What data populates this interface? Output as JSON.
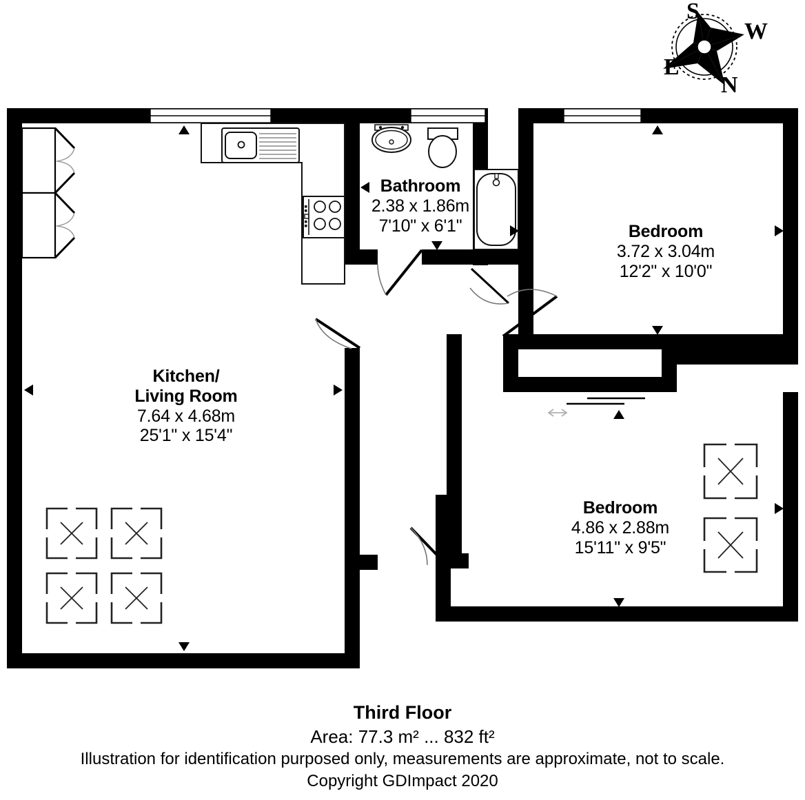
{
  "document": {
    "type": "floor-plan",
    "floor_title": "Third Floor",
    "area_line": "Area: 77.3 m² ... 832 ft²",
    "disclaimer": "Illustration for identification purposed only, measurements are approximate, not to scale.",
    "copyright": "Copyright GDImpact 2020"
  },
  "compass": {
    "name": "compass-rose",
    "north": "N",
    "south": "S",
    "east": "E",
    "west": "W"
  },
  "rooms": [
    {
      "id": "bathroom",
      "name": "Bathroom",
      "dim_metric": "2.38 x 1.86m",
      "dim_imperial": "7'10\" x 6'1\"",
      "fixtures": [
        "washbasin",
        "toilet",
        "bathtub"
      ]
    },
    {
      "id": "bedroom-1",
      "name": "Bedroom",
      "dim_metric": "3.72 x 3.04m",
      "dim_imperial": "12'2\" x 10'0\"",
      "fixtures": []
    },
    {
      "id": "kitchen-living-room",
      "name_line_1": "Kitchen/",
      "name_line_2": "Living Room",
      "dim_metric": "7.64 x 4.68m",
      "dim_imperial": "25'1\" x 15'4\"",
      "fixtures": [
        "sink-with-drainer",
        "hob",
        "worktop",
        "french-doors",
        "skylights"
      ]
    },
    {
      "id": "bedroom-2",
      "name": "Bedroom",
      "dim_metric": "4.86 x 2.88m",
      "dim_imperial": "15'11\" x 9'5\"",
      "fixtures": [
        "skylights",
        "sliding-door"
      ]
    }
  ],
  "colors": {
    "wall": "#000000",
    "background": "#ffffff",
    "fixture_line": "#1a1a1a",
    "swing_arc": "#777777",
    "slider_arrow": "#aaaaaa"
  }
}
